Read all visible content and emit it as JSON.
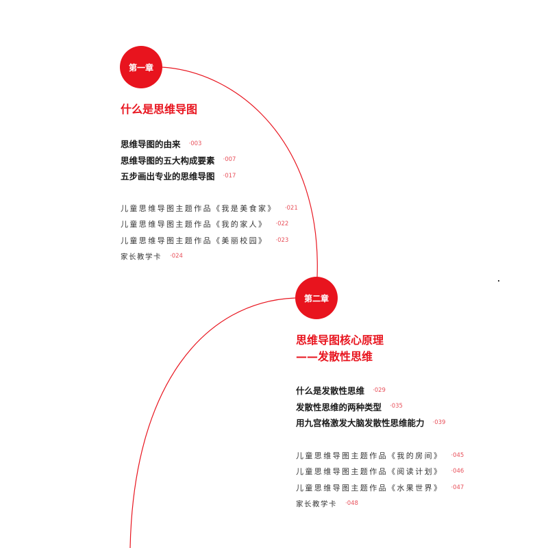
{
  "colors": {
    "accent": "#e8141e",
    "page_number": "#e8505a",
    "text_main": "#1a1a1a",
    "text_sub": "#333333"
  },
  "chapters": [
    {
      "badge": "第一章",
      "title_lines": [
        "什么是思维导图"
      ],
      "main_items": [
        {
          "text": "思维导图的由来",
          "page": "003"
        },
        {
          "text": "思维导图的五大构成要素",
          "page": "007"
        },
        {
          "text": "五步画出专业的思维导图",
          "page": "017"
        }
      ],
      "sub_items": [
        {
          "text": "儿童思维导图主题作品《我是美食家》",
          "page": "021"
        },
        {
          "text": "儿童思维导图主题作品《我的家人》",
          "page": "022"
        },
        {
          "text": "儿童思维导图主题作品《美丽校园》",
          "page": "023"
        },
        {
          "text": "家长教学卡",
          "page": "024"
        }
      ]
    },
    {
      "badge": "第二章",
      "title_lines": [
        "思维导图核心原理",
        "——发散性思维"
      ],
      "main_items": [
        {
          "text": "什么是发散性思维",
          "page": "029"
        },
        {
          "text": "发散性思维的两种类型",
          "page": "035"
        },
        {
          "text": "用九宫格激发大脑发散性思维能力",
          "page": "039"
        }
      ],
      "sub_items": [
        {
          "text": "儿童思维导图主题作品《我的房间》",
          "page": "045"
        },
        {
          "text": "儿童思维导图主题作品《阅读计划》",
          "page": "046"
        },
        {
          "text": "儿童思维导图主题作品《水果世界》",
          "page": "047"
        },
        {
          "text": "家长教学卡",
          "page": "048"
        }
      ]
    }
  ]
}
